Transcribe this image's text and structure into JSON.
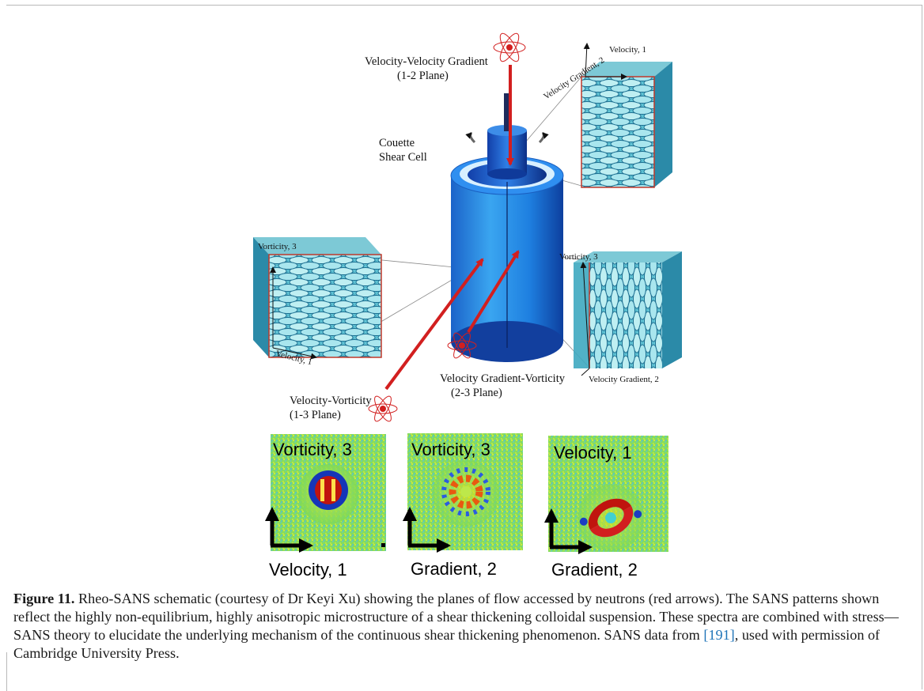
{
  "figure": {
    "labels": {
      "vv_plane_1": "Velocity-Velocity Gradient",
      "vv_plane_2": "(1-2 Plane)",
      "couette_1": "Couette",
      "couette_2": "Shear Cell",
      "vgv_plane_1": "Velocity Gradient-Vorticity",
      "vgv_plane_2": "(2-3 Plane)",
      "vvort_plane_1": "Velocity-Vorticity",
      "vvort_plane_2": "(1-3 Plane)",
      "tr_velocity": "Velocity, 1",
      "tr_gradient": "Velocity Gradient, 2",
      "left_vorticity": "Vorticity, 3",
      "left_velocity": "Velocity, 1",
      "right_vorticity": "Vorticity, 3",
      "right_gradient": "Velocity Gradient, 2"
    },
    "sans_panels": [
      {
        "top": "Vorticity, 3",
        "bottom": "Velocity, 1"
      },
      {
        "top": "Vorticity, 3",
        "bottom": "Gradient, 2"
      },
      {
        "top": "Velocity, 1",
        "bottom": "Gradient, 2"
      }
    ]
  },
  "caption": {
    "label": "Figure 11.",
    "text_1": " Rheo-SANS schematic (courtesy of Dr Keyi Xu) showing the planes of flow accessed by neutrons (red arrows). The SANS patterns shown reflect the highly non-equilibrium, highly anisotropic microstructure of a shear thickening colloidal suspension. These spectra are combined with stress—SANS theory to elucidate the underlying mechanism of the continuous shear thickening phenomenon. SANS data from ",
    "ref": "[191]",
    "text_2": ", used with permission of Cambridge University Press."
  },
  "colors": {
    "arrow": "#d21f1f",
    "cylinder": "#1e7fe0",
    "sans_background": "#7ed957",
    "reference_link": "#1f74b8"
  }
}
